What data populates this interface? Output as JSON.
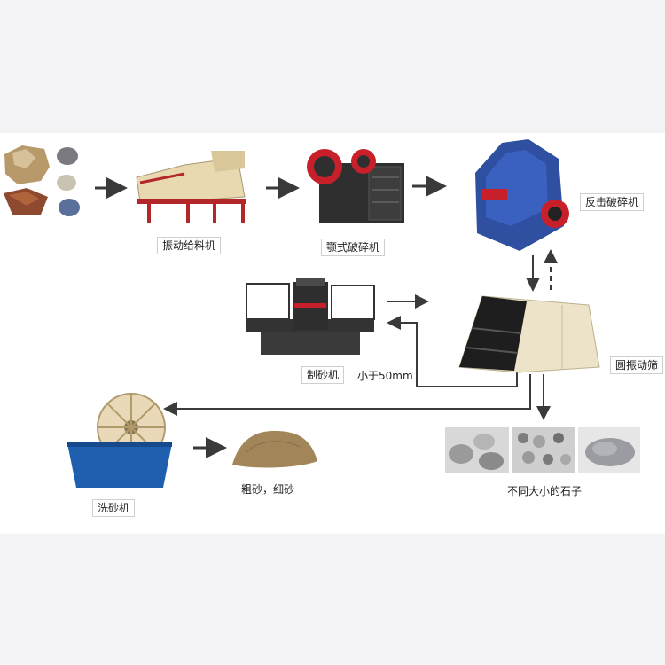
{
  "nodes": {
    "vibrating_feeder": "振动给料机",
    "jaw_crusher": "颚式破碎机",
    "impact_crusher": "反击破碎机",
    "sand_maker": "制砂机",
    "size_note": "小于50mm",
    "circular_screen": "圆振动筛",
    "sand_washer": "洗砂机",
    "sand_output": "粗砂，细砂",
    "stone_output": "不同大小的石子"
  },
  "colors": {
    "arrow": "#3a3a3a",
    "feeder_body": "#e8d9b0",
    "feeder_frame": "#b3262a",
    "jaw_body": "#2f2f2f",
    "jaw_wheel": "#c8202a",
    "impact_body": "#2f4fa0",
    "screen_body": "#ede3c8",
    "washer_tank": "#1f5fb0",
    "sand": "#a3855a"
  }
}
